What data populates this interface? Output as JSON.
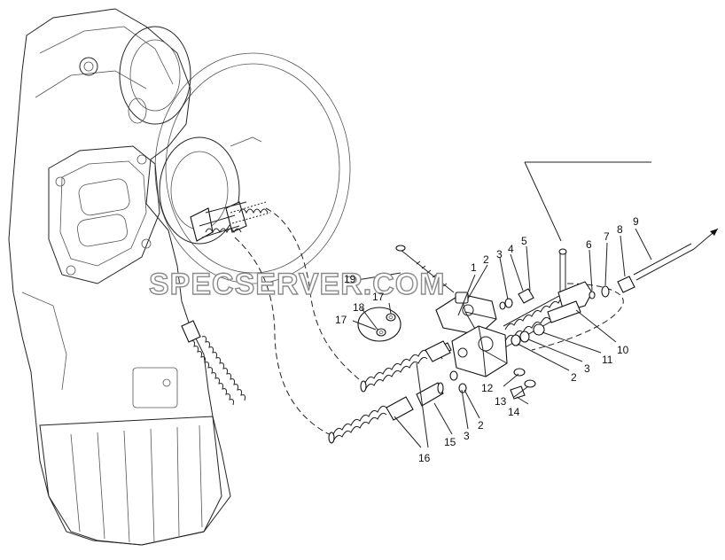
{
  "watermark": "SPECSERVER.COM",
  "callouts": [
    "1",
    "2",
    "3",
    "4",
    "5",
    "6",
    "7",
    "8",
    "9",
    "10",
    "11",
    "2",
    "3",
    "12",
    "13",
    "14",
    "3",
    "2",
    "15",
    "16",
    "17",
    "18",
    "17",
    "19"
  ]
}
